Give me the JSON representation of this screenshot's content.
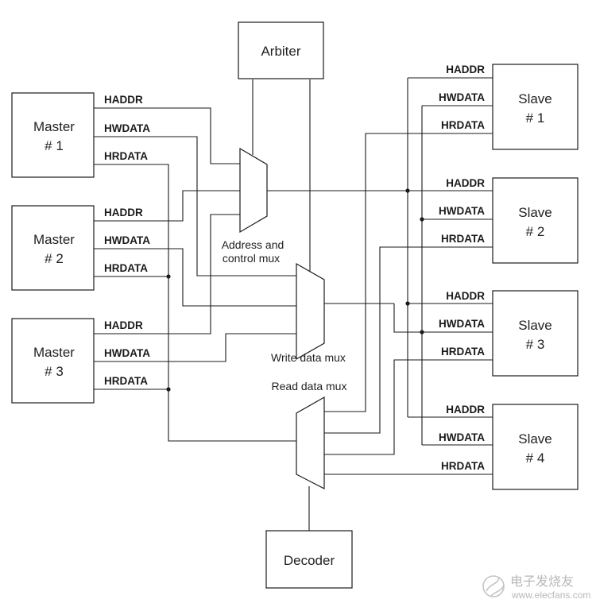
{
  "arbiter": {
    "label": "Arbiter"
  },
  "decoder": {
    "label": "Decoder"
  },
  "masters": [
    {
      "line1": "Master",
      "line2": "# 1",
      "signals": [
        "HADDR",
        "HWDATA",
        "HRDATA"
      ]
    },
    {
      "line1": "Master",
      "line2": "# 2",
      "signals": [
        "HADDR",
        "HWDATA",
        "HRDATA"
      ]
    },
    {
      "line1": "Master",
      "line2": "# 3",
      "signals": [
        "HADDR",
        "HWDATA",
        "HRDATA"
      ]
    }
  ],
  "slaves": [
    {
      "line1": "Slave",
      "line2": "# 1",
      "signals": [
        "HADDR",
        "HWDATA",
        "HRDATA"
      ]
    },
    {
      "line1": "Slave",
      "line2": "# 2",
      "signals": [
        "HADDR",
        "HWDATA",
        "HRDATA"
      ]
    },
    {
      "line1": "Slave",
      "line2": "# 3",
      "signals": [
        "HADDR",
        "HWDATA",
        "HRDATA"
      ]
    },
    {
      "line1": "Slave",
      "line2": "# 4",
      "signals": [
        "HADDR",
        "HWDATA",
        "HRDATA"
      ]
    }
  ],
  "muxes": {
    "address": {
      "line1": "Address and",
      "line2": "control mux"
    },
    "write": {
      "label": "Write data mux"
    },
    "read": {
      "label": "Read data mux"
    }
  },
  "watermark": {
    "cn": "电子发烧友",
    "url": "www.elecfans.com"
  }
}
